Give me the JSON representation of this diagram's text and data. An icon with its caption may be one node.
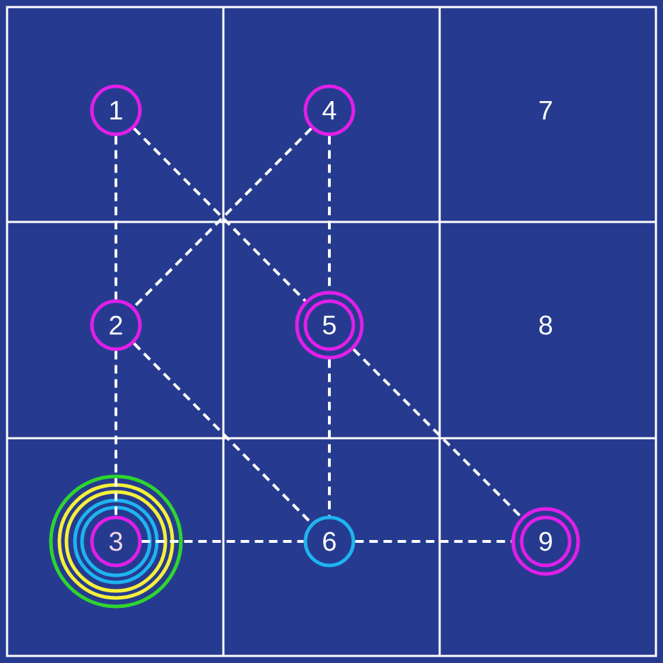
{
  "diagram": {
    "nodes": [
      {
        "text": [
          "1"
        ]
      },
      {
        "text": [
          "2"
        ]
      },
      {
        "text": [
          "3"
        ]
      },
      {
        "text": [
          "4"
        ]
      },
      {
        "text": [
          "5"
        ]
      },
      {
        "text": [
          "6"
        ]
      },
      {
        "text": [
          "7"
        ]
      },
      {
        "text": [
          "8"
        ]
      },
      {
        "text": [
          "9"
        ]
      }
    ],
    "edges": [
      {
        "from": 0,
        "to": 1,
        "arrow": "none"
      },
      {
        "from": 0,
        "to": 4,
        "arrow": "none"
      },
      {
        "from": 3,
        "to": 1,
        "arrow": "none"
      },
      {
        "from": 3,
        "to": 4,
        "arrow": "none"
      },
      {
        "from": 1,
        "to": 2,
        "arrow": "none"
      },
      {
        "from": 1,
        "to": 5,
        "arrow": "none"
      },
      {
        "from": 4,
        "to": 5,
        "arrow": "none"
      },
      {
        "from": 4,
        "to": 8,
        "arrow": "none"
      },
      {
        "from": 2,
        "to": 5,
        "arrow": "none"
      },
      {
        "from": 5,
        "to": 8,
        "arrow": "none"
      }
    ]
  }
}
